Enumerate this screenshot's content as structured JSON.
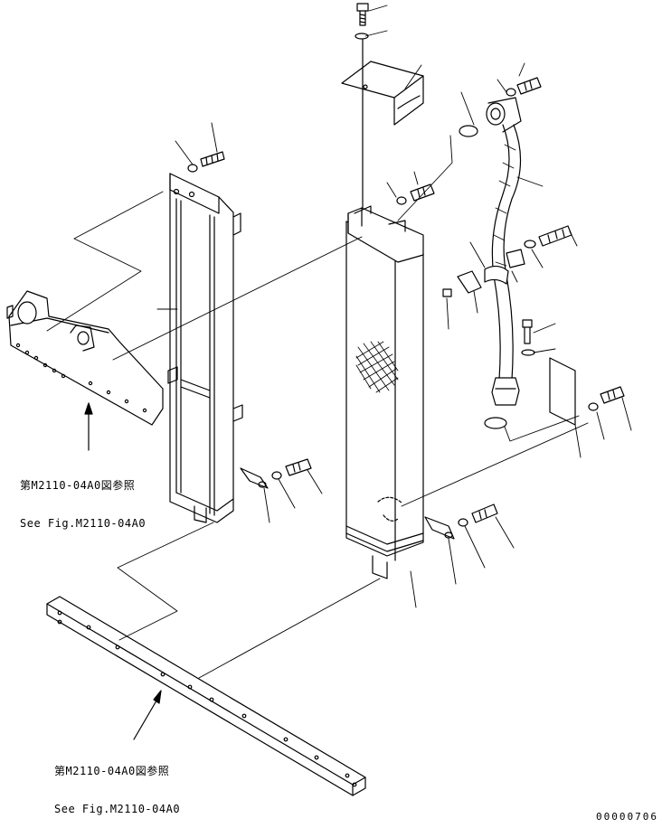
{
  "references": {
    "upper": {
      "jp": "第M2110-04A0図参照",
      "en": "See Fig.M2110-04A0"
    },
    "lower": {
      "jp": "第M2110-04A0図参照",
      "en": "See Fig.M2110-04A0"
    }
  },
  "drawing_number": "00000706",
  "colors": {
    "line": "#000000",
    "background": "#ffffff"
  }
}
